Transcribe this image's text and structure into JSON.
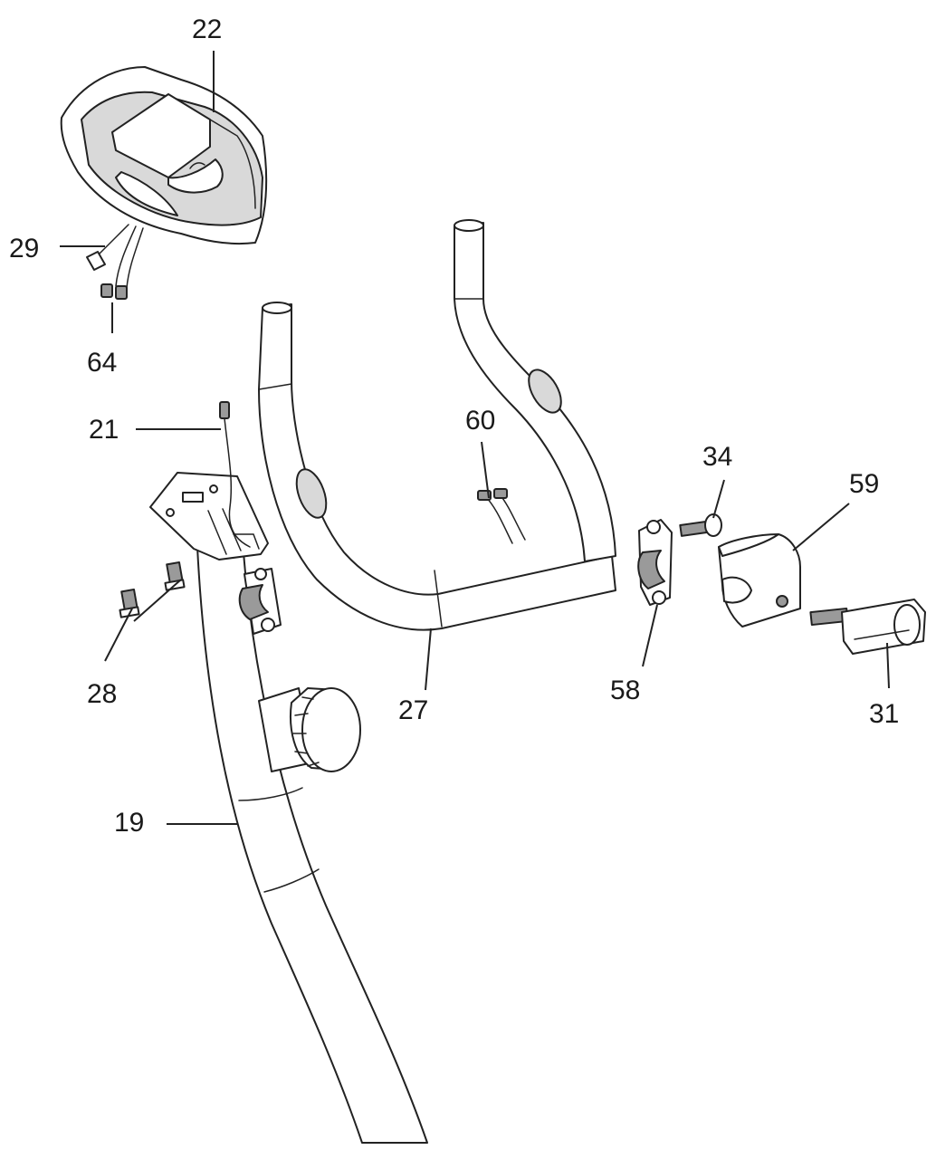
{
  "callouts": [
    {
      "id": "c22",
      "label": "22",
      "part": "console"
    },
    {
      "id": "c29",
      "label": "29",
      "part": "sensor-wire"
    },
    {
      "id": "c64",
      "label": "64",
      "part": "connector-wires"
    },
    {
      "id": "c21",
      "label": "21",
      "part": "extension-wire"
    },
    {
      "id": "c28",
      "label": "28",
      "part": "console-bolts"
    },
    {
      "id": "c19",
      "label": "19",
      "part": "handlebar-post"
    },
    {
      "id": "c27",
      "label": "27",
      "part": "handlebar"
    },
    {
      "id": "c60",
      "label": "60",
      "part": "pulse-wires"
    },
    {
      "id": "c34",
      "label": "34",
      "part": "bolt"
    },
    {
      "id": "c58",
      "label": "58",
      "part": "handlebar-clamp"
    },
    {
      "id": "c59",
      "label": "59",
      "part": "clamp-cover"
    },
    {
      "id": "c31",
      "label": "31",
      "part": "t-knob"
    }
  ],
  "colors": {
    "line": "#222222",
    "fill_grey": "#d9d9d9",
    "fill_dark": "#9a9a9a",
    "background": "#ffffff"
  }
}
